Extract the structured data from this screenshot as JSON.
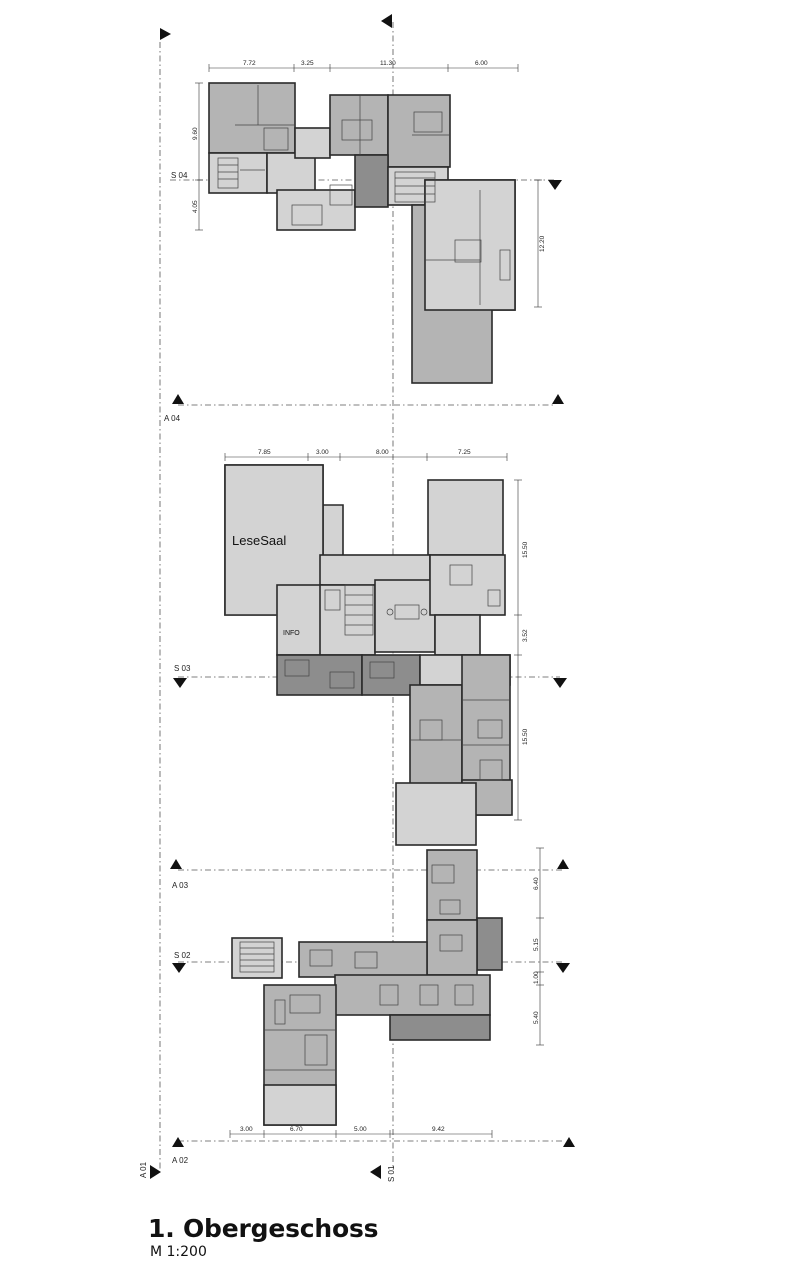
{
  "drawing": {
    "title": "1. Obergeschoss",
    "scale": "M 1:200",
    "rooms": {
      "lesesaal": "LeseSaal",
      "info": "INFO"
    },
    "dimensions": {
      "top_block": {
        "widths": [
          "7.72",
          "3.25",
          "11.30",
          "6.00"
        ],
        "heights": [
          "9.60",
          "4.05",
          "12.20"
        ]
      },
      "middle_block": {
        "widths": [
          "7.85",
          "3.00",
          "8.00",
          "7.25"
        ],
        "heights": [
          "15.50",
          "3.52",
          "15.50"
        ]
      },
      "bottom_block": {
        "widths": [
          "3.00",
          "6.70",
          "5.00",
          "9.42"
        ],
        "heights": [
          "6.40",
          "5.15",
          "1.00",
          "5.40"
        ]
      }
    },
    "section_markers": {
      "s04": "S 04",
      "a04": "A 04",
      "s03": "S 03",
      "a03": "A 03",
      "s02": "S 02",
      "a02": "A 02",
      "a01": "A 01",
      "s01": "S 01"
    }
  },
  "colors": {
    "light": "#d3d3d3",
    "mid": "#b4b4b4",
    "dark": "#8d8d8d",
    "wall": "#2a2a2a"
  }
}
